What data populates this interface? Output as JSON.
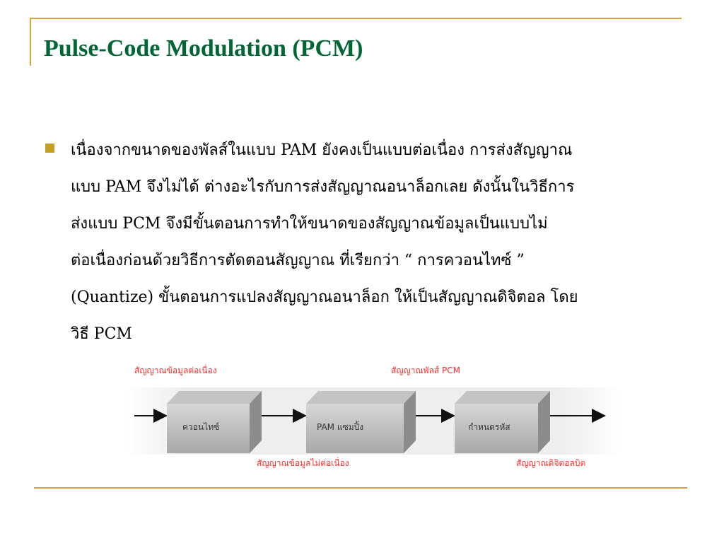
{
  "slide": {
    "title": "Pulse-Code Modulation (PCM)",
    "body_lines": [
      "เนื่องจากขนาดของพัลส์ในแบบ PAM ยังคงเป็นแบบต่อเนื่อง การส่งสัญญาณ",
      "แบบ PAM จึงไม่ได้ ต่างอะไรกับการส่งสัญญาณอนาล็อกเลย ดังนั้นในวิธีการ",
      "ส่งแบบ PCM จึงมีขั้นตอนการทำให้ขนาดของสัญญาณข้อมูลเป็นแบบไม่",
      "ต่อเนื่องก่อนด้วยวิธีการตัดตอนสัญญาณ ที่เรียกว่า “ การควอนไทซ์ ”",
      "(Quantize) ขั้นตอนการแปลงสัญญาณอนาล็อก ให้เป็นสัญญาณดิจิตอล โดย",
      "วิธี PCM"
    ]
  },
  "diagram": {
    "label_continuous": "สัญญาณข้อมูลต่อเนื่อง",
    "label_pulse": "สัญญาณพัลส์ PCM",
    "label_discrete": "สัญญาณข้อมูลไม่ต่อเนื่อง",
    "label_digital": "สัญญาณดิจิตอลบิต",
    "box_quantize": "ควอนไทซ์",
    "box_pam": "PAM แซมปิ้ง",
    "box_encode": "กำหนดรหัส"
  },
  "colors": {
    "title": "#006633",
    "accent_rule": "#d4a53a",
    "bullet": "#c7a023",
    "diagram_label": "#ff2a2a"
  }
}
